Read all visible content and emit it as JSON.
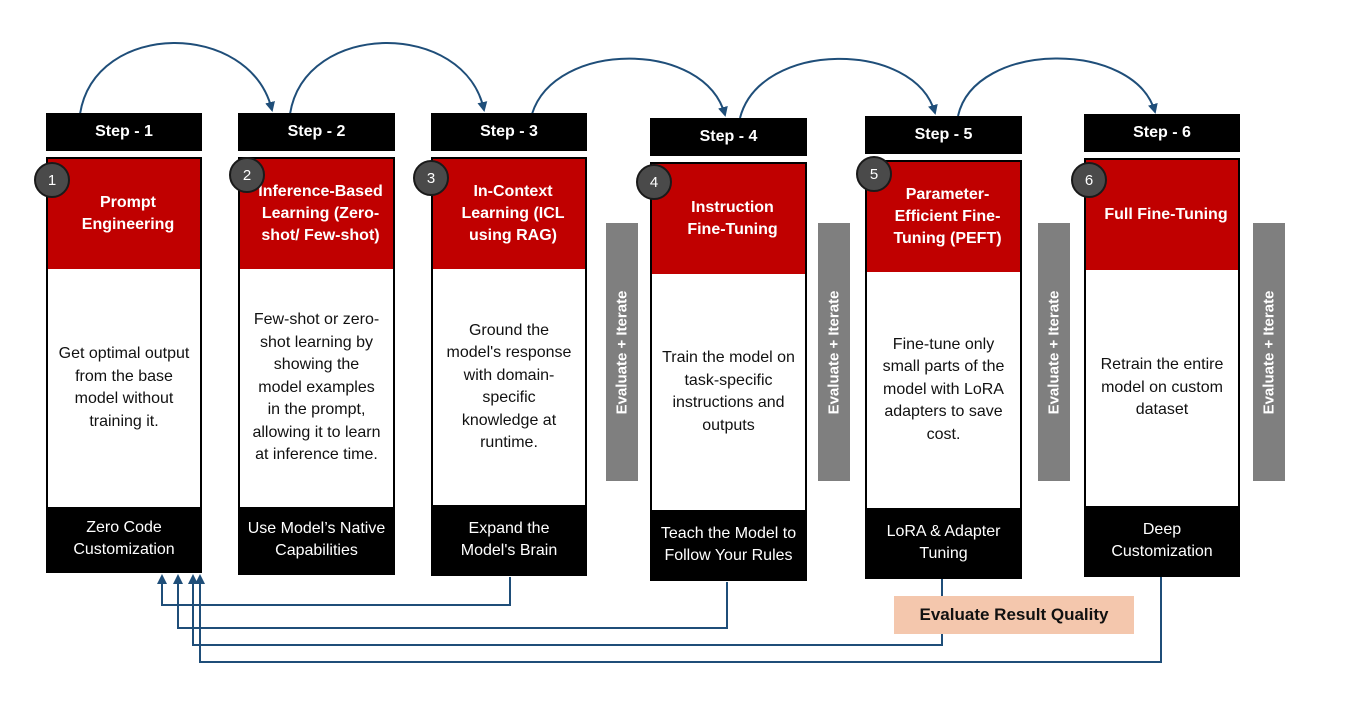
{
  "colors": {
    "header": "#000000",
    "accent_red": "#c00000",
    "arrow_blue": "#1f4e79",
    "eval_gray": "#7f7f7f",
    "quality_fill": "#f4c7ad"
  },
  "steps": [
    {
      "header": "Step - 1",
      "number": "1",
      "title": "Prompt Engineering",
      "body": "Get optimal output from the base model without training it.",
      "footer": "Zero Code Customization"
    },
    {
      "header": "Step - 2",
      "number": "2",
      "title": "Inference-Based Learning (Zero-shot/ Few-shot)",
      "body": "Few-shot or zero-shot learning by showing the model examples in the prompt, allowing it to learn at inference time.",
      "footer": "Use Model’s Native Capabilities"
    },
    {
      "header": "Step - 3",
      "number": "3",
      "title": "In-Context Learning (ICL using RAG)",
      "body": "Ground the model's response with domain-specific knowledge at runtime.",
      "footer": "Expand the Model's Brain"
    },
    {
      "header": "Step - 4",
      "number": "4",
      "title": "Instruction Fine-Tuning",
      "body": "Train the model on task-specific instructions and outputs",
      "footer": "Teach the Model to Follow Your Rules"
    },
    {
      "header": "Step - 5",
      "number": "5",
      "title": "Parameter-Efficient Fine-Tuning (PEFT)",
      "body": "Fine-tune only small parts of the model with LoRA adapters to save cost.",
      "footer": "LoRA & Adapter Tuning"
    },
    {
      "header": "Step - 6",
      "number": "6",
      "title": "Full Fine-Tuning",
      "body": "Retrain the entire model on custom dataset",
      "footer": "Deep Customization"
    }
  ],
  "evaluate_iterate": [
    "Evaluate + Iterate",
    "Evaluate + Iterate",
    "Evaluate + Iterate",
    "Evaluate + Iterate"
  ],
  "evaluate_result_quality": "Evaluate Result Quality"
}
